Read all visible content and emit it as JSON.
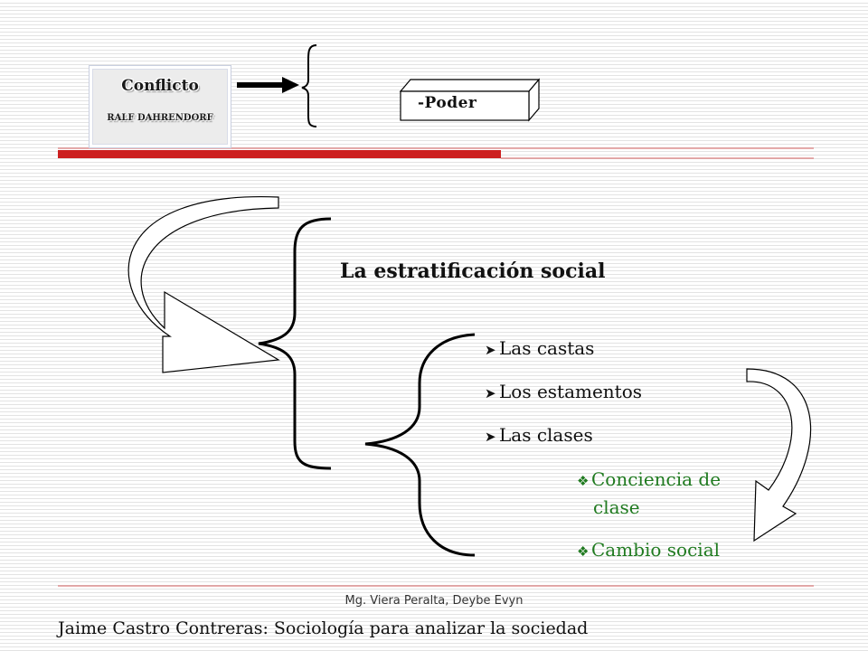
{
  "conflict_box": {
    "title": "Conflicto",
    "subtitle": "RALF DAHRENDORF"
  },
  "poder_box": {
    "label": "-Poder"
  },
  "main_heading": "La estratificación social",
  "stratification_types": [
    {
      "icon": "arrowhead-bullet-icon",
      "label": "Las castas"
    },
    {
      "icon": "arrowhead-bullet-icon",
      "label": "Los estamentos"
    },
    {
      "icon": "arrowhead-bullet-icon",
      "label": "Las clases"
    }
  ],
  "class_subitems": [
    {
      "icon": "four-diamond-bullet-icon",
      "label_line1": "Conciencia de",
      "label_line2": "clase"
    },
    {
      "icon": "four-diamond-bullet-icon",
      "label_line1": "Cambio social"
    }
  ],
  "colors": {
    "accent_red": "#cc1f1f",
    "green_text": "#1f7a1f"
  },
  "footer": {
    "author": "Mg. Viera Peralta, Deybe Evyn",
    "source": "Jaime Castro Contreras: Sociología para analizar la sociedad"
  }
}
